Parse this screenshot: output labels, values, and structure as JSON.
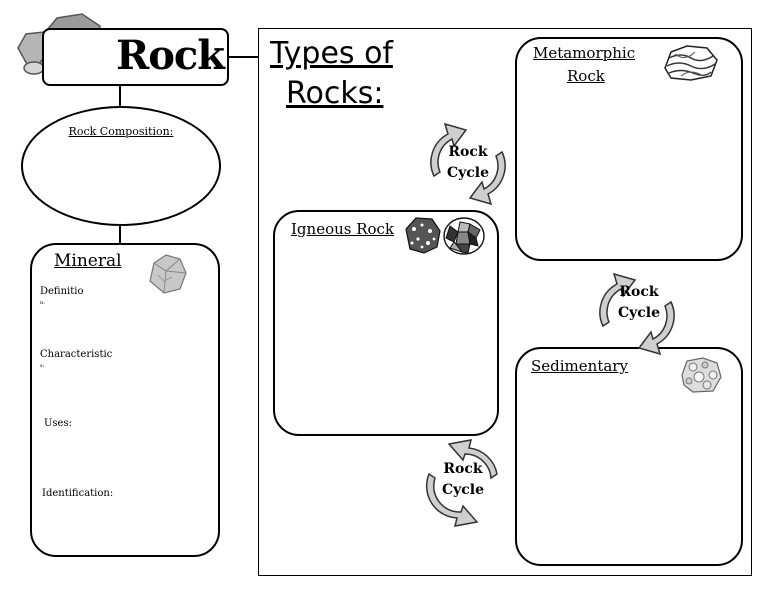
{
  "header": {
    "title": "Rock"
  },
  "composition": {
    "label": "Rock Composition:"
  },
  "mineral": {
    "title": "Mineral",
    "definition_label": "Definitio",
    "definition_suffix": "n:",
    "characteristics_label": "Characteristic",
    "characteristics_suffix": "s:",
    "uses_label": "Uses:",
    "identification_label": "Identification:"
  },
  "types": {
    "title_line1": "Types of",
    "title_line2": "Rocks:"
  },
  "metamorphic": {
    "title_line1": "Metamorphic",
    "title_line2": "Rock"
  },
  "igneous": {
    "title": "Igneous Rock"
  },
  "sedimentary": {
    "title": "Sedimentary"
  },
  "cycles": [
    {
      "line1": "Rock",
      "line2": "Cycle"
    },
    {
      "line1": "Rock",
      "line2": "Cycle"
    },
    {
      "line1": "Rock",
      "line2": "Cycle"
    }
  ]
}
